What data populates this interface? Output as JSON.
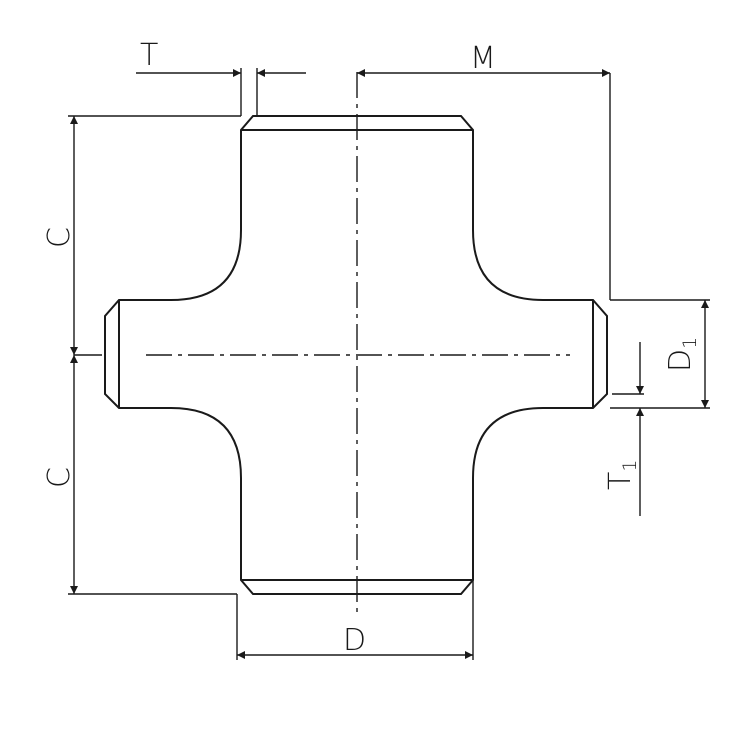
{
  "diagram": {
    "labels": {
      "T": "T",
      "M": "M",
      "C_upper": "C",
      "C_lower": "C",
      "D": "D",
      "D1_main": "D",
      "D1_sub": "1",
      "T1_main": "T",
      "T1_sub": "1"
    },
    "colors": {
      "line": "#1a1a1a",
      "background": "#ffffff"
    }
  }
}
